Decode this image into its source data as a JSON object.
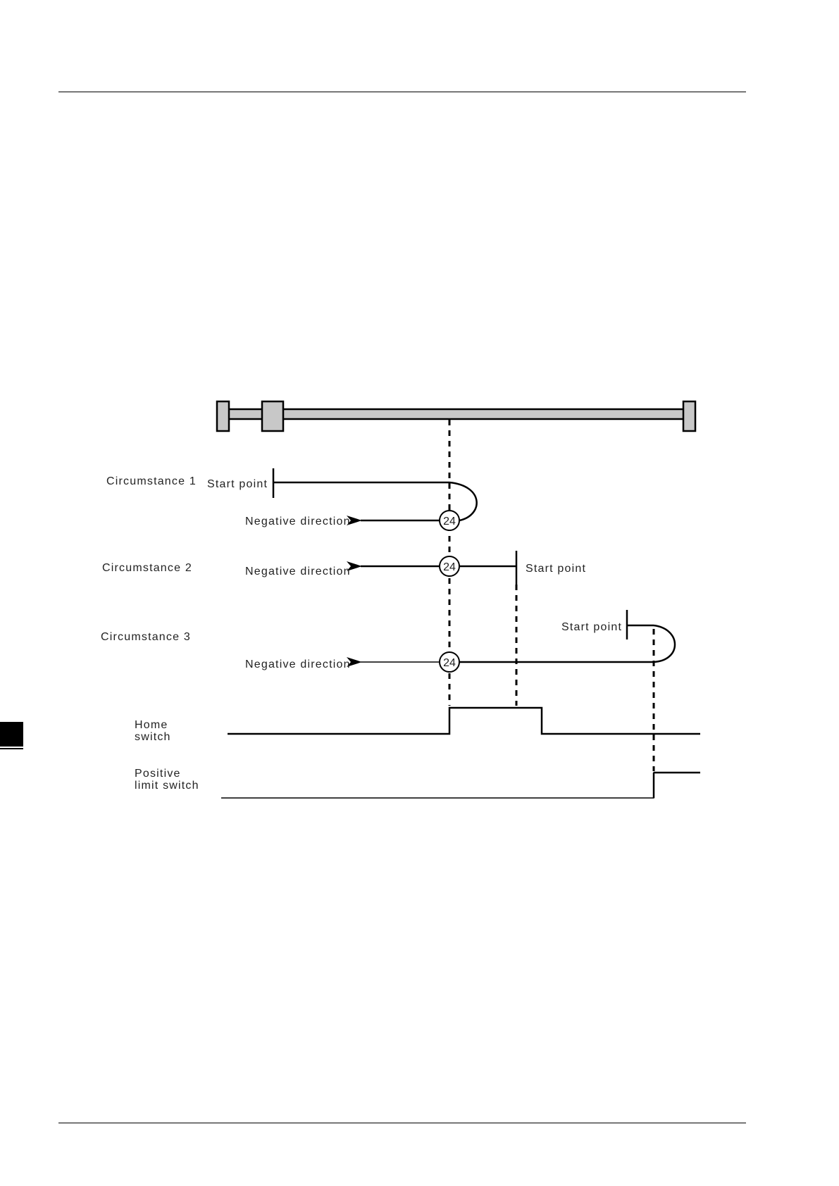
{
  "labels": {
    "circumstance_1": "Circumstance 1",
    "circumstance_2": "Circumstance 2",
    "circumstance_3": "Circumstance 3",
    "start_point": "Start point",
    "negative_direction": "Negative direction",
    "home_switch_line1": "Home",
    "home_switch_line2": "switch",
    "positive_limit_line1": "Positive",
    "positive_limit_line2": "limit switch"
  },
  "home_marker": "24",
  "colors": {
    "rail_fill": "#c8c8c8",
    "line": "#000000"
  }
}
